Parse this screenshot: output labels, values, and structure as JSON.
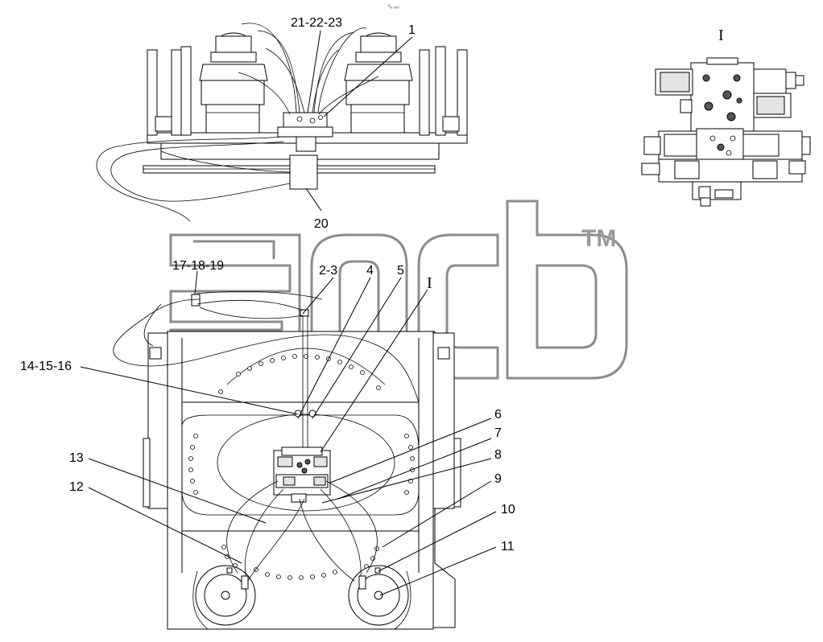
{
  "figure": {
    "corner_mark": "⁰ₑ ₀₀₀",
    "view_label": "I",
    "callout_I": "I",
    "trademark": "TM",
    "colors": {
      "line": "#000000",
      "watermark": "#8c8c8c",
      "background": "#ffffff"
    }
  },
  "callouts": [
    {
      "id": "21-22-23",
      "text": "21-22-23"
    },
    {
      "id": "1",
      "text": "1"
    },
    {
      "id": "20",
      "text": "20"
    },
    {
      "id": "17-18-19",
      "text": "17-18-19"
    },
    {
      "id": "2-3",
      "text": "2-3"
    },
    {
      "id": "4",
      "text": "4"
    },
    {
      "id": "5",
      "text": "5"
    },
    {
      "id": "14-15-16",
      "text": "14-15-16"
    },
    {
      "id": "6",
      "text": "6"
    },
    {
      "id": "7",
      "text": "7"
    },
    {
      "id": "8",
      "text": "8"
    },
    {
      "id": "9",
      "text": "9"
    },
    {
      "id": "10",
      "text": "10"
    },
    {
      "id": "11",
      "text": "11"
    },
    {
      "id": "12",
      "text": "12"
    },
    {
      "id": "13",
      "text": "13"
    }
  ]
}
